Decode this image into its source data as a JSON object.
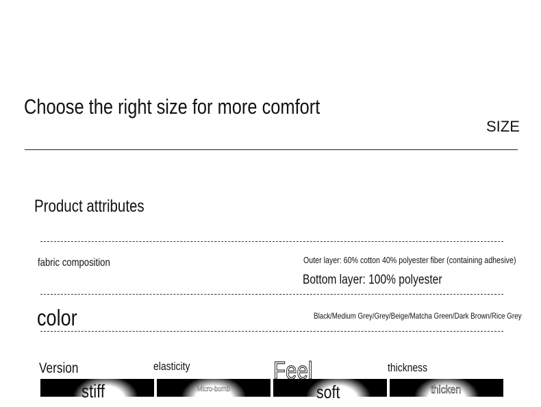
{
  "header": {
    "title": "Choose the right size for more comfort",
    "size_label": "SIZE"
  },
  "section": {
    "title": "Product attributes"
  },
  "attributes": {
    "fabric": {
      "label": "fabric composition",
      "outer": "Outer layer: 60% cotton 40% polyester fiber (containing adhesive)",
      "bottom": "Bottom layer: 100% polyester"
    },
    "color": {
      "label": "color",
      "value": "Black/Medium Grey/Grey/Beige/Matcha Green/Dark Brown/Rice Grey"
    }
  },
  "features": [
    {
      "label": "Version",
      "value": "stiff"
    },
    {
      "label": "elasticity",
      "value": "Micro-bomb"
    },
    {
      "label": "Feel",
      "value": "soft"
    },
    {
      "label": "thickness",
      "value": "thicken"
    }
  ]
}
